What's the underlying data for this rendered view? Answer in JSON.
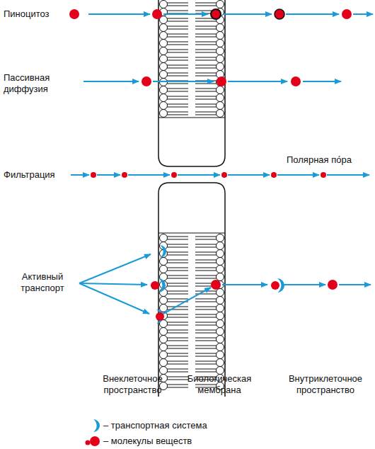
{
  "diagram": {
    "labels": [
      "Пиноцитоз",
      "Пассивная диффузия",
      "Полярная по́ра",
      "Фильтрация",
      "Активный транспорт",
      "Внеклеточное пространство",
      "Биологическая мембрана",
      "Внутриклеточное пространство"
    ],
    "legend": [
      {
        "text": "– транспортная система",
        "color": "#1a9bd7"
      },
      {
        "text": "– молекулы веществ",
        "color": "#e2001a"
      }
    ]
  }
}
